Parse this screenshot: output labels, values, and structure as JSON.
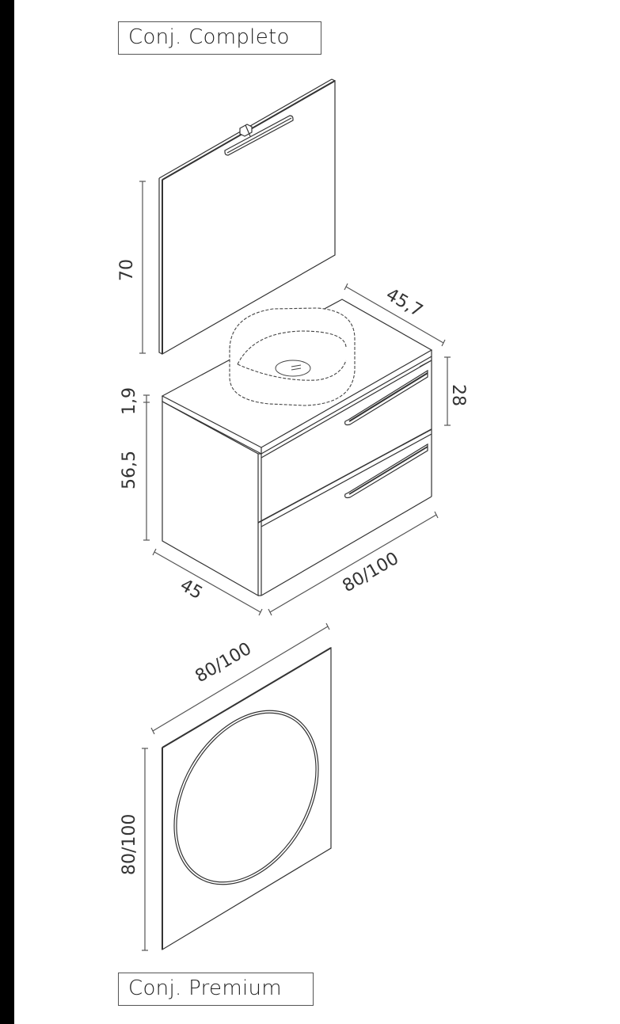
{
  "labels": {
    "top_set": "Conj. Completo",
    "bottom_set": "Conj. Premium"
  },
  "colors": {
    "line": "#333333",
    "dim_line": "#555555",
    "strip": "#000000",
    "background": "#ffffff"
  },
  "mirror_rect": {
    "height_dim": "70"
  },
  "cabinet": {
    "top_depth_dim": "45,7",
    "sink_height_dim": "28",
    "top_thickness_dim": "1,9",
    "body_height_dim": "56,5",
    "depth_dim": "45",
    "width_dim": "80/100"
  },
  "mirror_round": {
    "width_dim": "80/100",
    "height_dim": "80/100"
  }
}
